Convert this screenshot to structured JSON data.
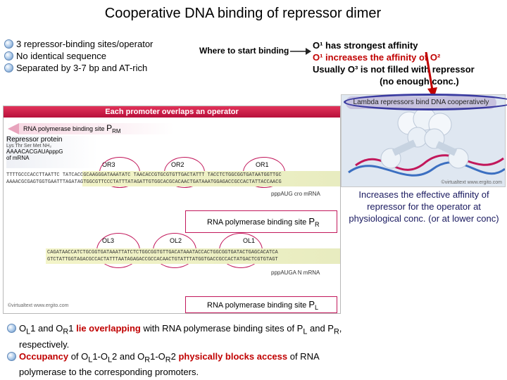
{
  "title": "Cooperative DNA binding of repressor dimer",
  "bullets": [
    "3 repressor-binding sites/operator",
    "No identical sequence",
    "Separated by 3-7 bp and AT-rich"
  ],
  "where_label": "Where to start binding",
  "right_notes": {
    "line1": "O¹ has strongest affinity",
    "line2": "O¹ increases the affinity of O²",
    "line3": "Usually O³ is not filled with repressor",
    "line4": "(no enough conc.)"
  },
  "figure": {
    "banner": "Each promoter overlaps an operator",
    "prm_label": "RNA polymerase binding site",
    "prm_sub": "P",
    "prm_subscript": "RM",
    "repressor_protein": "Repressor protein",
    "aa": "Lys Thr Ser Met NH₂",
    "seq_aa": "AAAACACGAUApppG",
    "of_mrna": "of mRNA",
    "or3": "OR3",
    "or2": "OR2",
    "or1": "OR1",
    "dna_top_1": "TTTTGCCCACCTTAATTC TATCACCGCAAGGGATAAATATC TAACACCGTGCGTGTTGACTATTT TACCTCTGGCGGTGATAATGGTTGC",
    "dna_bot_1": "AAAACGCGAGTGGTGAATTTAGATAGTGGCGTTCCCTATTTATAGATTGTGGCACGCACAACTGATAAATGGAGACCGCCACTATTACCAACG",
    "cro_mrna": "pppAUG cro mRNA",
    "pr_label": "RNA polymerase binding site",
    "pr_sub": "P",
    "pr_subscript": "R",
    "ol3": "OL3",
    "ol2": "OL2",
    "ol1": "OL1",
    "dna_top_2": "CAGATAACCATCTGCGGTGATAAATTATCTCTGGCGGTGTTGACATAAATACCACTGGCGGTGATACTGAGCACATCA",
    "dna_bot_2": "GTCTATTGGTAGACGCCACTATTTAATAGAGACCGCCACAACTGTATTTATGGTGACCGCCACTATGACTCGTGTAGT",
    "n_mrna": "pppAUGA N mRNA",
    "pl_label": "RNA polymerase binding site",
    "pl_sub": "P",
    "pl_subscript": "L",
    "watermark": "©virtualtext www.ergito.com"
  },
  "lambda_label": "Lambda repressors bind DNA cooperatively",
  "lambda_watermark": "©virtualtext www.ergito.com",
  "increase_text": "Increases the effective affinity of repressor for the operator at physiological conc. (or at lower conc)",
  "bottom": {
    "p1_a": "O",
    "p1_a_sub": "L",
    "p1_b": "1 and O",
    "p1_b_sub": "R",
    "p1_c": "1 ",
    "p1_red": "lie overlapping",
    "p1_d": " with RNA polymerase binding sites of P",
    "p1_d_sub": "L",
    "p1_e": " and P",
    "p1_e_sub": "R",
    "p1_f": ", respectively.",
    "p2_red1": "Occupancy",
    "p2_a": " of O",
    "p2_a_sub": "L",
    "p2_b": "1-O",
    "p2_b_sub": "L",
    "p2_c": "2 and O",
    "p2_c_sub": "R",
    "p2_d": "1-O",
    "p2_d_sub": "R",
    "p2_e": "2 ",
    "p2_red2": "physically blocks access",
    "p2_f": " of RNA polymerase to the corresponding promoters."
  },
  "colors": {
    "accent_red": "#c00000",
    "banner": "#cc1e4a",
    "ring": "#3a3aa0"
  }
}
